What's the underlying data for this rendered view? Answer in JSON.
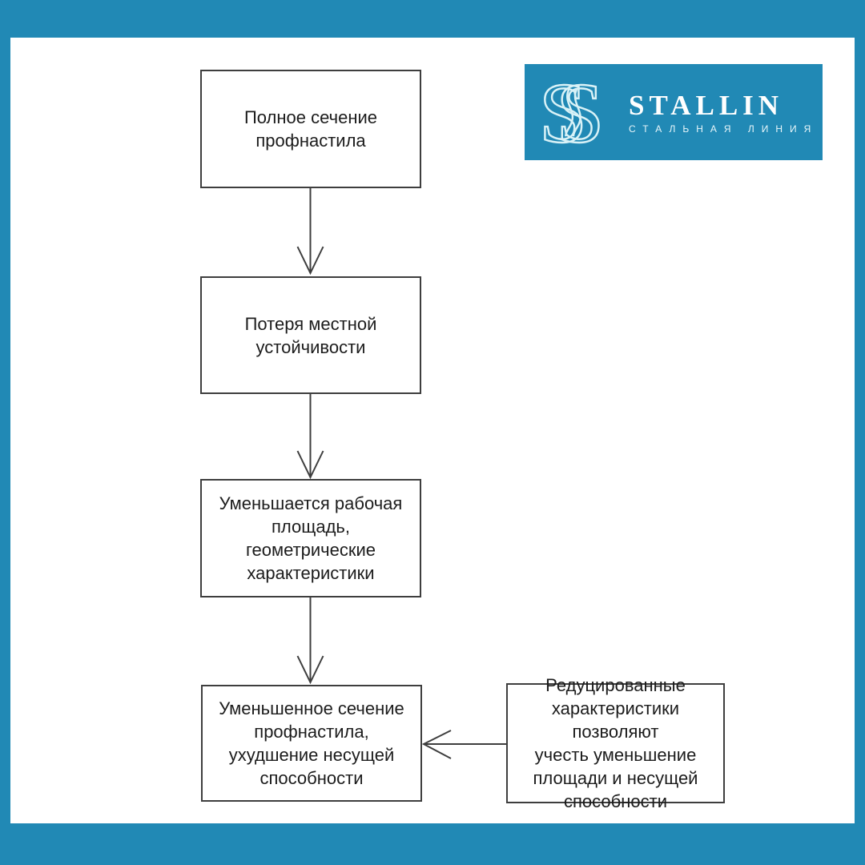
{
  "frame": {
    "background_color": "#2189b5",
    "canvas_color": "#ffffff"
  },
  "logo": {
    "brand": "STALLIN",
    "tagline": "СТАЛЬНАЯ ЛИНИЯ",
    "icon": "stylized-double-s-icon",
    "background_color": "#2189b5",
    "text_color": "#ffffff",
    "icon_color": "#d9f2f7"
  },
  "flowchart": {
    "box_border_color": "#3e3e3e",
    "text_color": "#1c1c1c",
    "arrow_color": "#3e3e3e",
    "nodes": [
      {
        "id": "full-section",
        "text": "Полное сечение\nпрофнастила"
      },
      {
        "id": "local-buckling",
        "text": "Потеря местной\nустойчивости"
      },
      {
        "id": "reduced-area",
        "text": "Уменьшается рабочая\nплощадь,\nгеометрические\nхарактеристики"
      },
      {
        "id": "reduced-section",
        "text": "Уменьшенное сечение\nпрофнастила,\nухудшение несущей\nспособности"
      },
      {
        "id": "reduced-characteristics",
        "text": "Редуцированные\nхарактеристики позволяют\nучесть уменьшение\nплощади и несущей\nспособности"
      }
    ],
    "connections": [
      {
        "from": "full-section",
        "to": "local-buckling",
        "direction": "down"
      },
      {
        "from": "local-buckling",
        "to": "reduced-area",
        "direction": "down"
      },
      {
        "from": "reduced-area",
        "to": "reduced-section",
        "direction": "down"
      },
      {
        "from": "reduced-characteristics",
        "to": "reduced-section",
        "direction": "left"
      }
    ]
  }
}
